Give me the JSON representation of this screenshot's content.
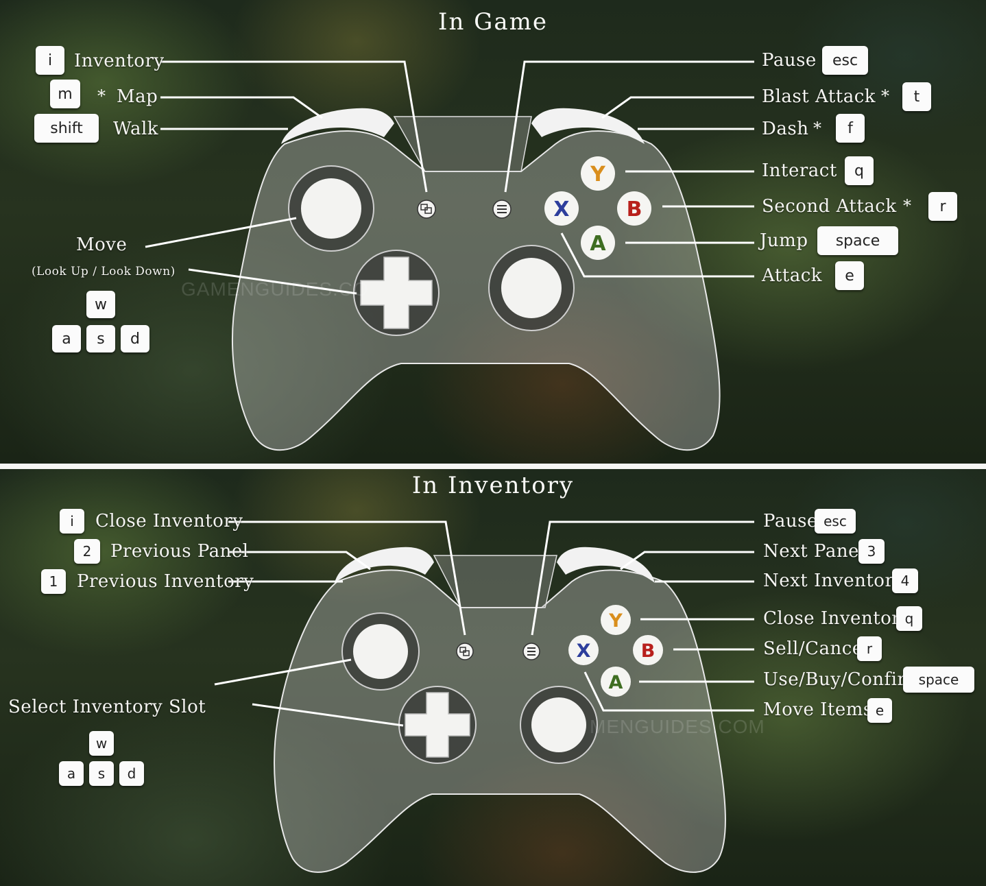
{
  "in_game": {
    "title": "In Game",
    "left": {
      "inventory": {
        "key": "i",
        "label": "Inventory"
      },
      "map": {
        "key": "m",
        "star": "*",
        "label": "Map"
      },
      "walk": {
        "key": "shift",
        "label": "Walk"
      },
      "move": {
        "label": "Move",
        "sub": "(Look Up / Look Down)"
      },
      "wasd": [
        "w",
        "a",
        "s",
        "d"
      ]
    },
    "right": {
      "pause": {
        "label": "Pause",
        "key": "esc"
      },
      "blast": {
        "label": "Blast Attack",
        "star": "*",
        "key": "t"
      },
      "dash": {
        "label": "Dash",
        "star": "*",
        "key": "f"
      },
      "interact": {
        "label": "Interact",
        "key": "q"
      },
      "second": {
        "label": "Second Attack",
        "star": "*",
        "key": "r"
      },
      "jump": {
        "label": "Jump",
        "key": "space"
      },
      "attack": {
        "label": "Attack",
        "key": "e"
      }
    },
    "watermark": "GAMENGUIDES.CO"
  },
  "in_inventory": {
    "title": "In Inventory",
    "left": {
      "close": {
        "key": "i",
        "label": "Close Inventory"
      },
      "prev_panel": {
        "key": "2",
        "label": "Previous Panel"
      },
      "prev_inv": {
        "key": "1",
        "label": "Previous Inventory"
      },
      "select": {
        "label": "Select Inventory Slot"
      },
      "wasd": [
        "w",
        "a",
        "s",
        "d"
      ]
    },
    "right": {
      "pause": {
        "label": "Pause",
        "key": "esc"
      },
      "next_panel": {
        "label": "Next Panel",
        "key": "3"
      },
      "next_inv": {
        "label": "Next Inventory",
        "key": "4"
      },
      "close": {
        "label": "Close Inventory",
        "key": "q"
      },
      "sell": {
        "label": "Sell/Cancel",
        "key": "r"
      },
      "use": {
        "label": "Use/Buy/Confirm",
        "key": "space"
      },
      "move": {
        "label": "Move Items",
        "key": "e"
      }
    },
    "watermark": "MENGUIDES.COM"
  },
  "face_buttons": {
    "y": "Y",
    "b": "B",
    "a": "A",
    "x": "X"
  },
  "colors": {
    "y": "#d98e1c",
    "b": "#b8201c",
    "a": "#3f6e22",
    "x": "#2d3e9c"
  }
}
